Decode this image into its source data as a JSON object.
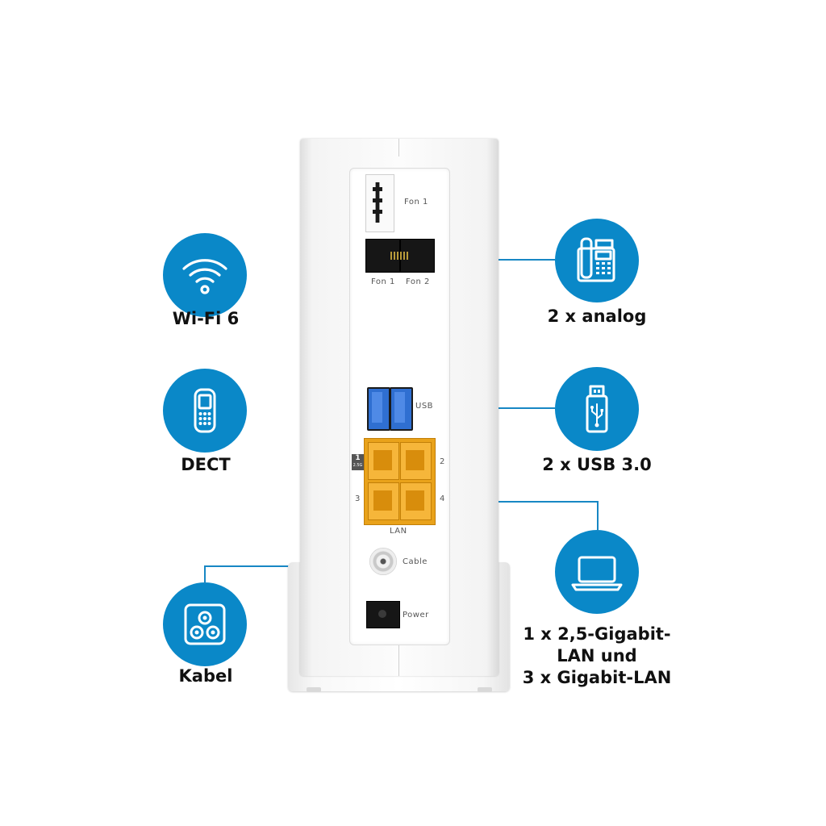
{
  "features": {
    "wifi": {
      "label": "Wi-Fi 6",
      "icon": "wifi-icon"
    },
    "dect": {
      "label": "DECT",
      "icon": "dect-phone-icon"
    },
    "cable": {
      "label": "Kabel",
      "icon": "coax-socket-icon"
    },
    "analog": {
      "label": "2 x analog",
      "icon": "desk-phone-icon"
    },
    "usb": {
      "label": "2 x USB 3.0",
      "icon": "usb-stick-icon"
    },
    "lan": {
      "line1": "1 x 2,5-Gigabit-",
      "line2": "LAN und",
      "line3": "3 x Gigabit-LAN",
      "icon": "laptop-icon"
    }
  },
  "device": {
    "fon1_top": "Fon 1",
    "fon1": "Fon 1",
    "fon2": "Fon 2",
    "usb": "USB",
    "lan_num_1": "1",
    "lan_badge": "2.5G",
    "lan_num_2": "2",
    "lan_num_3": "3",
    "lan_num_4": "4",
    "lan": "LAN",
    "cable": "Cable",
    "power": "Power"
  },
  "colors": {
    "accent": "#0a88c8",
    "lan_port": "#f2a51a",
    "usb_port": "#2f6fd1"
  }
}
